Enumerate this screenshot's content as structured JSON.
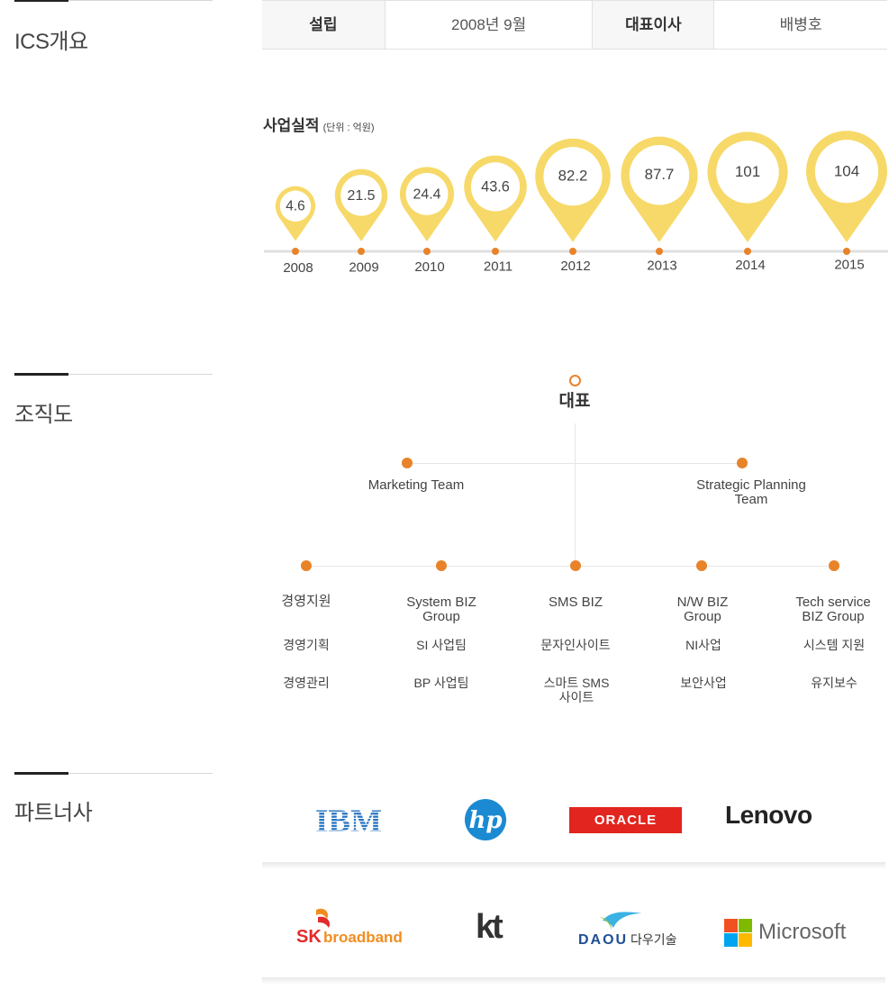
{
  "sections": {
    "overview": "ICS개요",
    "org": "조직도",
    "partners": "파트너사"
  },
  "info": {
    "founded_label": "설립",
    "founded_value": "2008년 9월",
    "ceo_label": "대표이사",
    "ceo_value": "배병호"
  },
  "chart_data": {
    "type": "bar",
    "title": "사업실적",
    "unit": "(단위 : 억원)",
    "categories": [
      "2008",
      "2009",
      "2010",
      "2011",
      "2012",
      "2013",
      "2014",
      "2015"
    ],
    "values": [
      4.6,
      21.5,
      24.4,
      43.6,
      82.2,
      87.7,
      101,
      104
    ],
    "value_labels": [
      "4.6",
      "21.5",
      "24.4",
      "43.6",
      "82.2",
      "87.7",
      "101",
      "104"
    ],
    "colors": {
      "pin": "#f6d968",
      "dot": "#e8832a",
      "axis": "#e0e0e0"
    }
  },
  "org": {
    "ceo": "대표",
    "teams": [
      "Marketing Team",
      "Strategic Planning Team"
    ],
    "groups": [
      {
        "name": "경영지원",
        "subs": [
          "경영기획",
          "경영관리"
        ]
      },
      {
        "name": "System BIZ Group",
        "subs": [
          "SI 사업팀",
          "BP 사업팀"
        ]
      },
      {
        "name": "SMS BIZ",
        "subs": [
          "문자인사이트",
          "스마트 SMS 사이트"
        ]
      },
      {
        "name": "N/W BIZ Group",
        "subs": [
          "NI사업",
          "보안사업"
        ]
      },
      {
        "name": "Tech service BIZ Group",
        "subs": [
          "시스템 지원",
          "유지보수"
        ]
      }
    ],
    "accent": "#e8832a"
  },
  "partners": {
    "ibm": "IBM",
    "hp": "hp",
    "oracle": "ORACLE",
    "lenovo": "Lenovo",
    "sk_mark": "SK",
    "sk_word": "broadband",
    "kt": "kt",
    "daou_word": "DAOU",
    "daou_kr": "다우기술",
    "microsoft": "Microsoft"
  }
}
